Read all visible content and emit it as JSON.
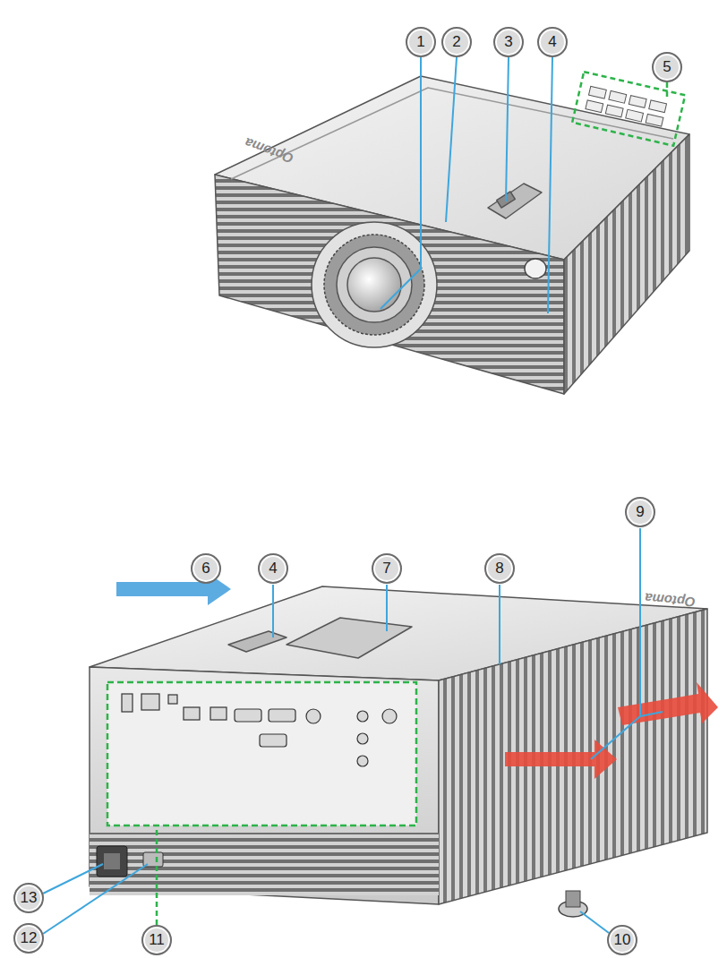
{
  "diagram": {
    "labels": [
      "1",
      "2",
      "3",
      "4",
      "5",
      "6",
      "4",
      "7",
      "8",
      "9",
      "13",
      "12",
      "11",
      "10",
      "Optoma",
      "Optoma"
    ]
  }
}
